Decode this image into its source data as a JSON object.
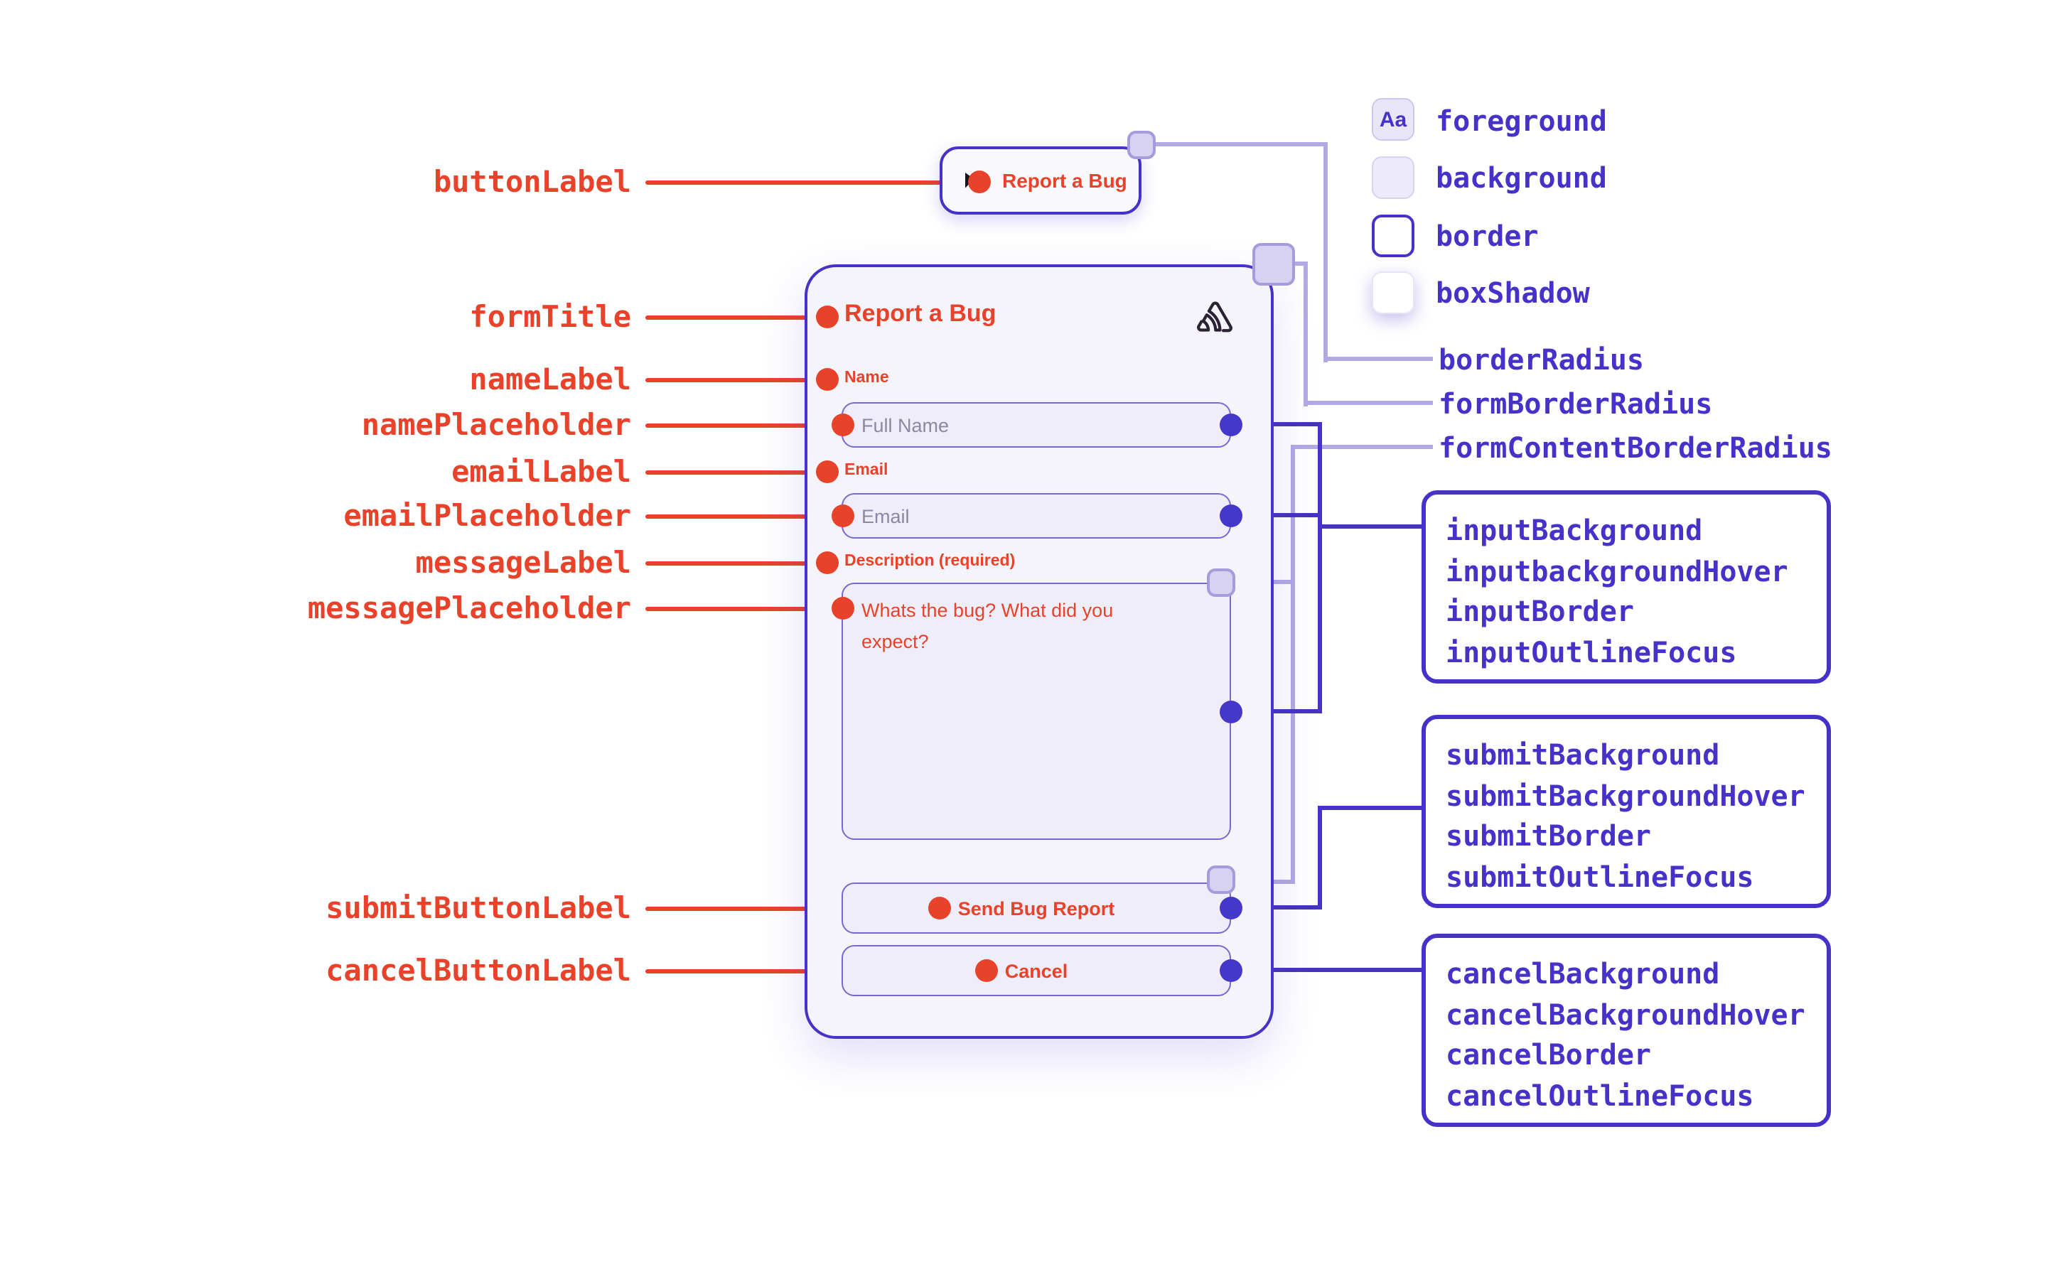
{
  "left_annotations": [
    {
      "label": "buttonLabel"
    },
    {
      "label": "formTitle"
    },
    {
      "label": "nameLabel"
    },
    {
      "label": "namePlaceholder"
    },
    {
      "label": "emailLabel"
    },
    {
      "label": "emailPlaceholder"
    },
    {
      "label": "messageLabel"
    },
    {
      "label": "messagePlaceholder"
    },
    {
      "label": "submitButtonLabel"
    },
    {
      "label": "cancelButtonLabel"
    }
  ],
  "widget": {
    "trigger_button_label": "Report a Bug",
    "form": {
      "title": "Report a Bug",
      "name_label": "Name",
      "name_placeholder": "Full Name",
      "email_label": "Email",
      "email_placeholder": "Email",
      "message_label": "Description (required)",
      "message_placeholder": "Whats the bug? What did you expect?",
      "submit_label": "Send Bug Report",
      "cancel_label": "Cancel"
    }
  },
  "legend": {
    "items": [
      {
        "swatch_text": "Aa",
        "label": "foreground"
      },
      {
        "label": "background"
      },
      {
        "label": "border"
      },
      {
        "label": "boxShadow"
      }
    ]
  },
  "radius_labels": [
    {
      "label": "borderRadius"
    },
    {
      "label": "formBorderRadius"
    },
    {
      "label": "formContentBorderRadius"
    }
  ],
  "property_boxes": [
    {
      "items": [
        "inputBackground",
        "inputbackgroundHover",
        "inputBorder",
        "inputOutlineFocus"
      ]
    },
    {
      "items": [
        "submitBackground",
        "submitBackgroundHover",
        "submitBorder",
        "submitOutlineFocus"
      ]
    },
    {
      "items": [
        "cancelBackground",
        "cancelBackgroundHover",
        "cancelBorder",
        "cancelOutlineFocus"
      ]
    }
  ],
  "colors": {
    "annotation_red": "#e8432a",
    "indigo": "#4632c8",
    "light_purple_line": "#b3a9e4",
    "form_background": "#f5f4fb",
    "input_background": "#efedf9",
    "input_border": "#7669cf",
    "muted_placeholder": "#8d87a3",
    "foreground_dark": "#2b2233"
  }
}
